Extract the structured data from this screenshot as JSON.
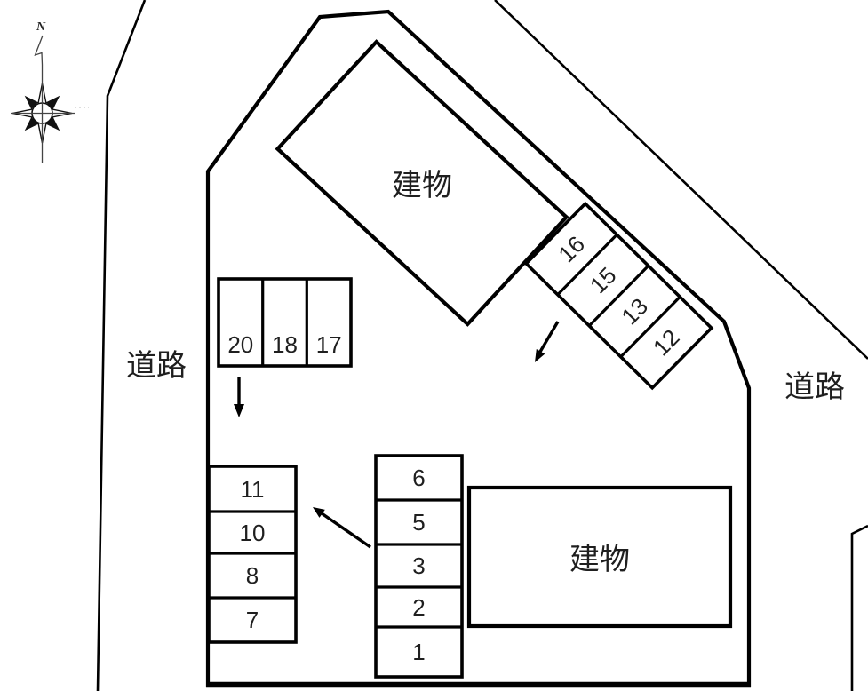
{
  "compass": {
    "north_label": "N"
  },
  "roads": {
    "left": "道路",
    "right": "道路"
  },
  "buildings": {
    "top": "建物",
    "bottom": "建物"
  },
  "stalls": {
    "top_row": [
      "20",
      "18",
      "17"
    ],
    "diagonal_row": [
      "16",
      "15",
      "13",
      "12"
    ],
    "left_column": [
      "11",
      "10",
      "8",
      "7"
    ],
    "middle_column": [
      "6",
      "5",
      "3",
      "2",
      "1"
    ]
  },
  "colors": {
    "line": "#000000",
    "text": "#1f1f1f",
    "background": "#ffffff"
  }
}
